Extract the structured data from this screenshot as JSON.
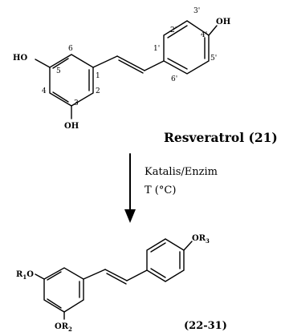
{
  "reactant": {
    "groups": {
      "oh_top": "OH",
      "ho_left": "HO",
      "oh_bottom": "OH"
    },
    "positions": [
      "1",
      "2",
      "3",
      "4",
      "5",
      "6",
      "1'",
      "2'",
      "3'",
      "4'",
      "5'",
      "6'"
    ],
    "name": "Resveratrol (21)"
  },
  "conditions": {
    "line1": "Katalis/Enzim",
    "line2": "T (°C)"
  },
  "product": {
    "groups": {
      "or3": "OR",
      "or3_sub": "3",
      "r1o_r": "R",
      "r1o_sub": "1",
      "r1o_o": "O",
      "or2": "OR",
      "or2_sub": "2"
    },
    "label": "(22-31)"
  }
}
